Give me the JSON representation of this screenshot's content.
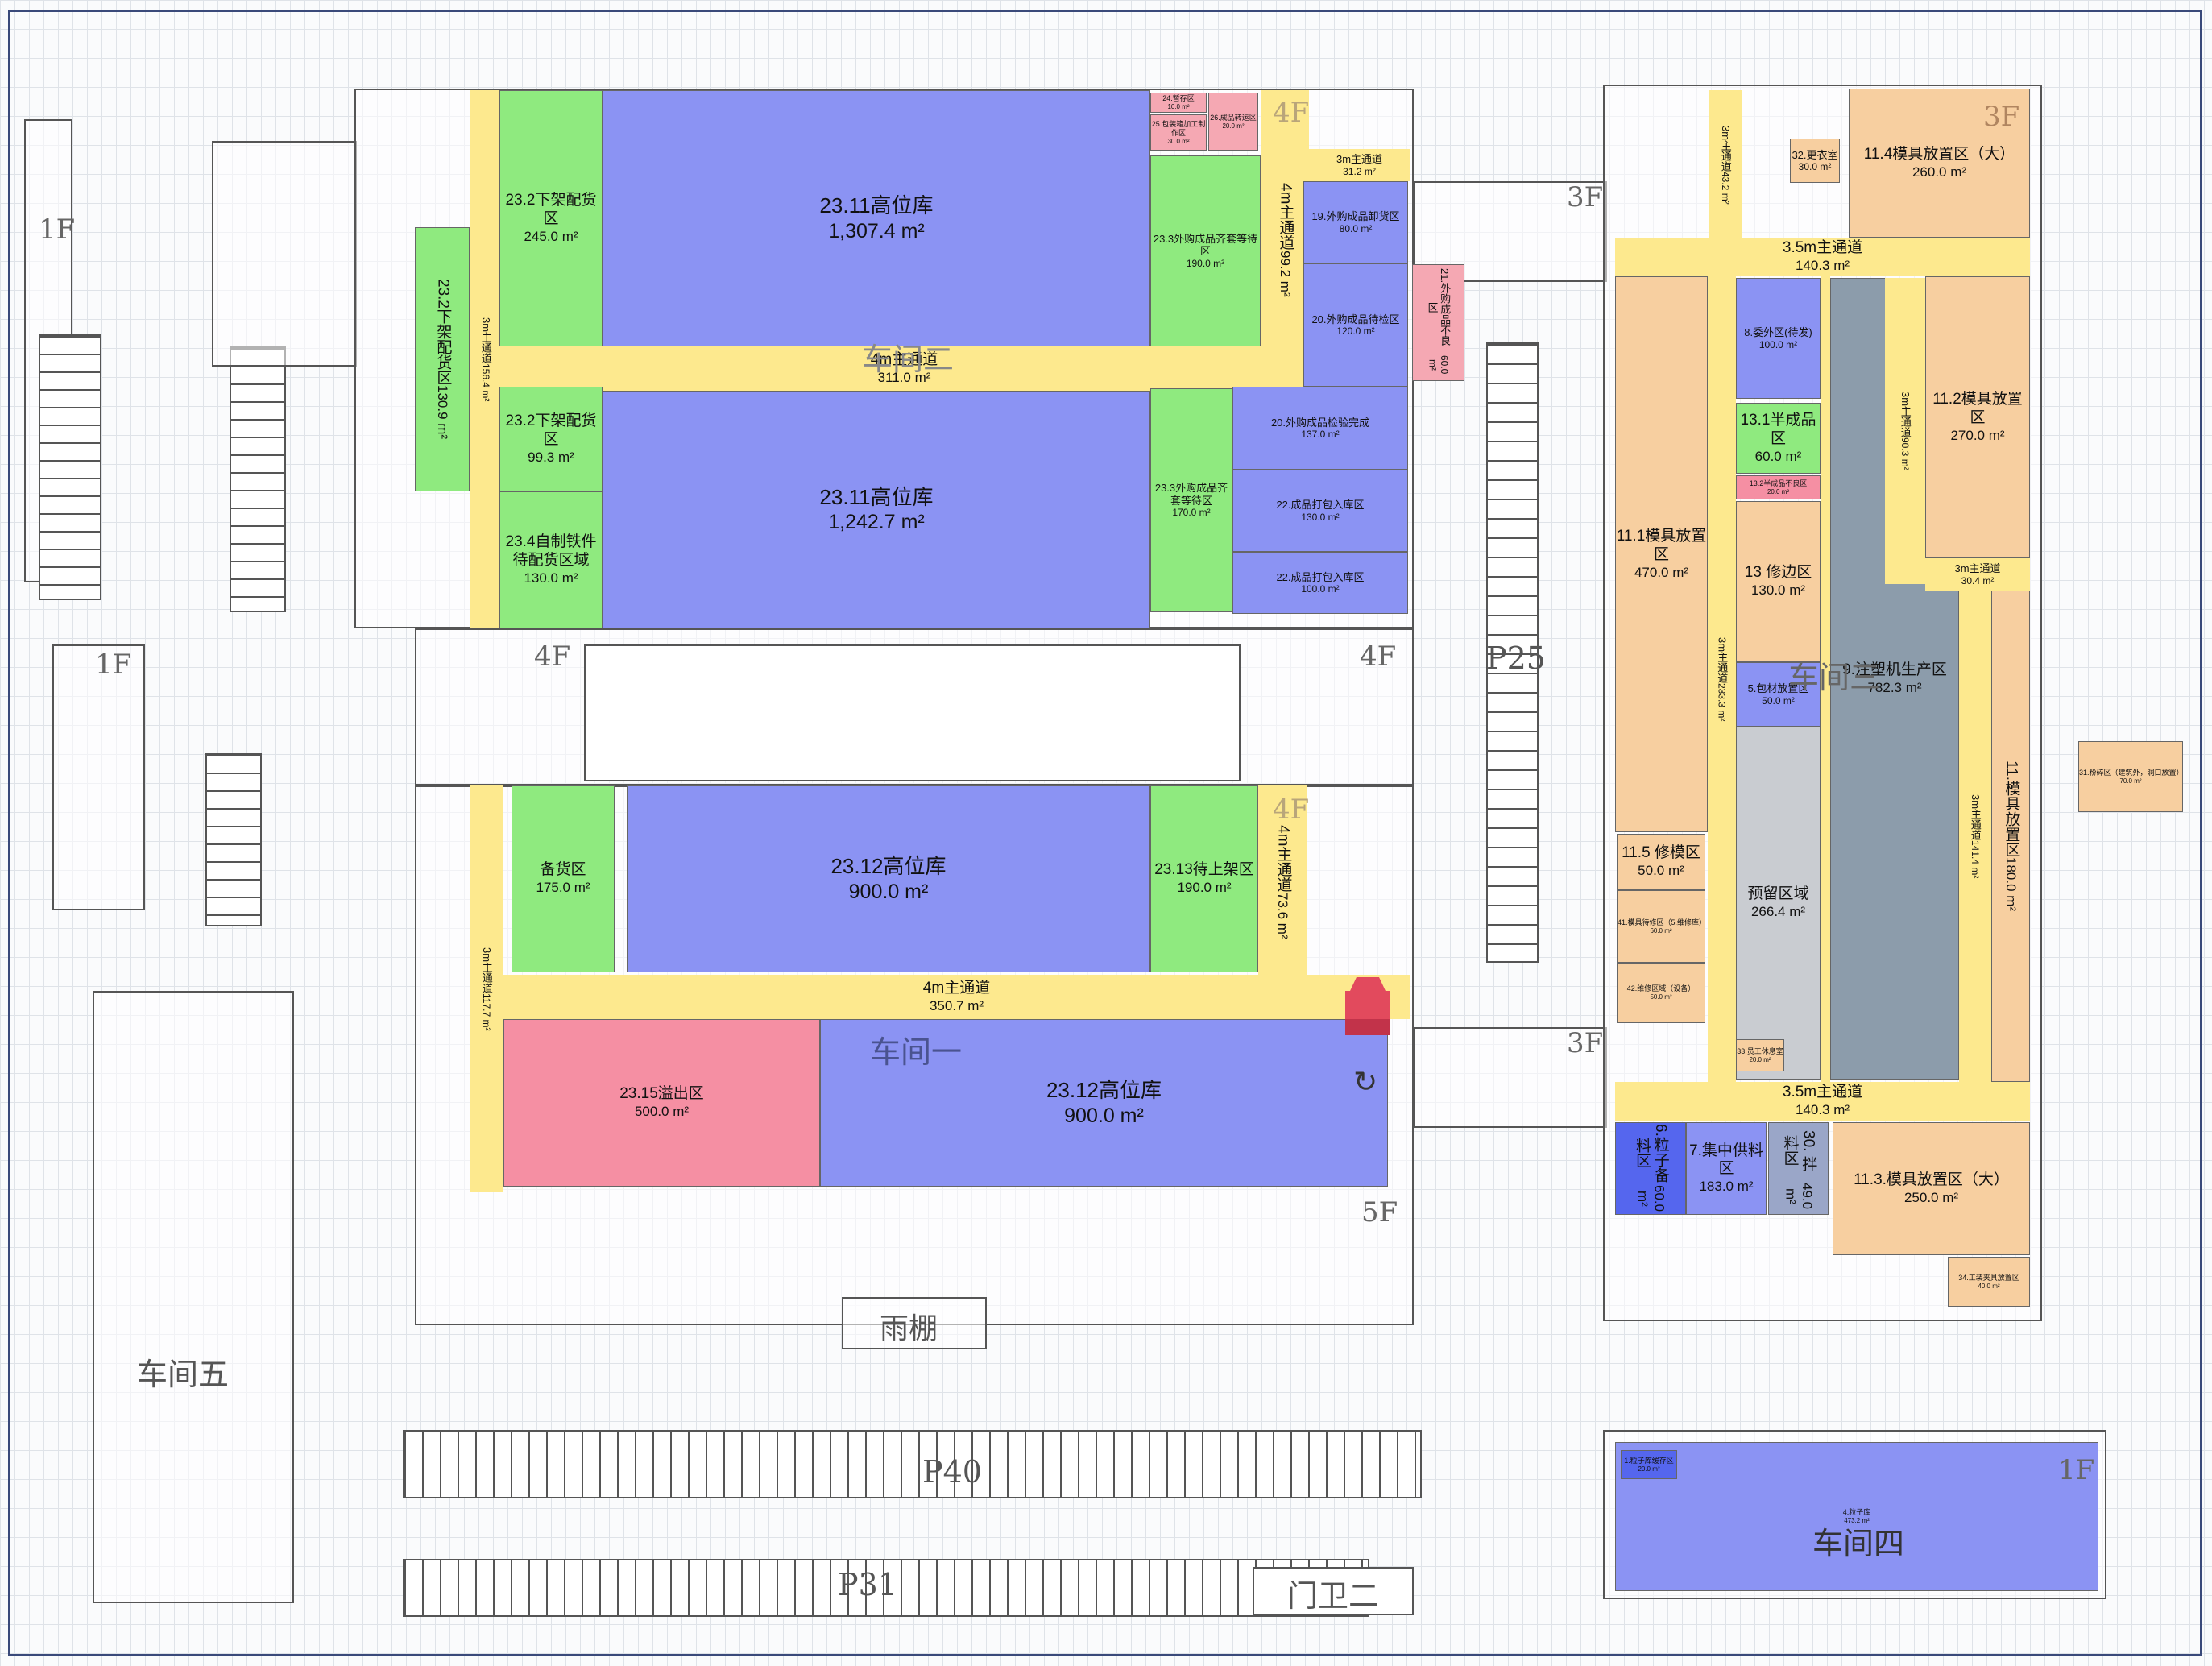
{
  "floors": {
    "f1a": "1F",
    "f1b": "1F",
    "f1c": "1F",
    "f3a": "3F",
    "f3b": "3F",
    "f3c": "3F",
    "f4a": "4F",
    "f4b": "4F",
    "f4c": "4F",
    "f4d": "4F",
    "f5": "5F"
  },
  "labels": {
    "workshop2": "车间二",
    "workshop1": "车间一",
    "workshop3": "车间三",
    "workshop4": "车间四",
    "workshop5": "车间五",
    "canopy": "雨棚",
    "gate2": "门卫二",
    "p40": "P40",
    "p31": "P31",
    "p25": "P25"
  },
  "zones": {
    "z23_11a": {
      "name": "23.11高位库",
      "area": "1,307.4 m²"
    },
    "z23_11b": {
      "name": "23.11高位库",
      "area": "1,242.7 m²"
    },
    "z23_2a": {
      "name": "23.2下架配货区",
      "area": "245.0 m²"
    },
    "z23_2b": {
      "name": "23.2下架配货区",
      "area": "99.3 m²"
    },
    "z23_2c": {
      "name": "23.2下架配货区",
      "area": "130.9 m²"
    },
    "z23_4": {
      "name": "23.4自制铁件待配货区域",
      "area": "130.0 m²"
    },
    "ch3a": {
      "name": "3m主通道",
      "area": "156.4 m²"
    },
    "ch4a": {
      "name": "4m主通道",
      "area": "311.0 m²"
    },
    "ch4b": {
      "name": "4m主通道",
      "area": "99.2 m²"
    },
    "ch3b": {
      "name": "3m主通道",
      "area": "31.2 m²"
    },
    "z23_3a": {
      "name": "23.3外购成品齐套等待区",
      "area": "190.0 m²"
    },
    "z23_3b": {
      "name": "23.3外购成品齐套等待区",
      "area": "170.0 m²"
    },
    "z19": {
      "name": "19.外购成品卸货区",
      "area": "80.0 m²"
    },
    "z20a": {
      "name": "20.外购成品待检区",
      "area": "120.0 m²"
    },
    "z20b": {
      "name": "20.外购成品检验完成",
      "area": "137.0 m²"
    },
    "z22a": {
      "name": "22.成品打包入库区",
      "area": "130.0 m²"
    },
    "z22b": {
      "name": "22.成品打包入库区",
      "area": "100.0 m²"
    },
    "z21": {
      "name": "21.外购成品不良区",
      "area": "60.0 m²"
    },
    "zs1": {
      "name": "24.暂存区",
      "area": "10.0 m²"
    },
    "zs2": {
      "name": "25.包装箱加工制作区",
      "area": "30.0 m²"
    },
    "zs3": {
      "name": "26.成品转运区",
      "area": "20.0 m²"
    },
    "zbh": {
      "name": "备货区",
      "area": "175.0 m²"
    },
    "z23_12a": {
      "name": "23.12高位库",
      "area": "900.0 m²"
    },
    "z23_12b": {
      "name": "23.12高位库",
      "area": "900.0 m²"
    },
    "z23_13": {
      "name": "23.13待上架区",
      "area": "190.0 m²"
    },
    "ch4c": {
      "name": "4m主通道",
      "area": "73.6 m²"
    },
    "ch4d": {
      "name": "4m主通道",
      "area": "350.7 m²"
    },
    "ch3c": {
      "name": "3m主通道",
      "area": "117.7 m²"
    },
    "z23_15": {
      "name": "23.15溢出区",
      "area": "500.0 m²"
    },
    "ch3d": {
      "name": "3m主通道",
      "area": "43.2 m²"
    },
    "z32": {
      "name": "32.更衣室",
      "area": "30.0 m²"
    },
    "z11_4": {
      "name": "11.4模具放置区（大）",
      "area": "260.0 m²"
    },
    "ch35a": {
      "name": "3.5m主通道",
      "area": "140.3 m²"
    },
    "z8": {
      "name": "8.委外区(待发)",
      "area": "100.0 m²"
    },
    "z13_1": {
      "name": "13.1半成品区",
      "area": "60.0 m²"
    },
    "z13_2": {
      "name": "13.2半成品不良区",
      "area": "20.0 m²"
    },
    "z13": {
      "name": "13 修边区",
      "area": "130.0 m²"
    },
    "z11_1": {
      "name": "11.1模具放置区",
      "area": "470.0 m²"
    },
    "z11_2": {
      "name": "11.2模具放置区",
      "area": "270.0 m²"
    },
    "ch3e": {
      "name": "3m主通道",
      "area": "90.3 m²"
    },
    "ch3f": {
      "name": "3m主通道",
      "area": "30.4 m²"
    },
    "ch3g": {
      "name": "3m主通道",
      "area": "233.3 m²"
    },
    "z5": {
      "name": "5.包材放置区",
      "area": "50.0 m²"
    },
    "z9": {
      "name": "9.注塑机生产区",
      "area": "782.3 m²"
    },
    "ch3h": {
      "name": "3m主通道",
      "area": "141.4 m²"
    },
    "z11m": {
      "name": "11.模具放置区",
      "area": "180.0 m²"
    },
    "z31": {
      "name": "31.粉碎区（建筑外，洞口放置）",
      "area": "70.0 m²"
    },
    "z11_5": {
      "name": "11.5 修模区",
      "area": "50.0 m²"
    },
    "zyl": {
      "name": "预留区域",
      "area": "266.4 m²"
    },
    "z41": {
      "name": "41.模具待修区（5.维修库）",
      "area": "60.0 m²"
    },
    "z42": {
      "name": "42.维修区域（设备）",
      "area": "50.0 m²"
    },
    "z33": {
      "name": "33.员工休息室",
      "area": "20.0 m²"
    },
    "ch35b": {
      "name": "3.5m主通道",
      "area": "140.3 m²"
    },
    "z6": {
      "name": "6.粒子备料区",
      "area": "60.0 m²"
    },
    "z7": {
      "name": "7.集中供料区",
      "area": "183.0 m²"
    },
    "z30": {
      "name": "30. 拌料区",
      "area": "49.0 m²"
    },
    "z11_3": {
      "name": "11.3.模具放置区（大）",
      "area": "250.0 m²"
    },
    "z34": {
      "name": "34.工装夹具放置区",
      "area": "40.0 m²"
    },
    "z4": {
      "name": "4.粒子库",
      "area": "473.2 m²"
    },
    "z1": {
      "name": "1.粒子库缓存区",
      "area": "20.0 m²"
    }
  },
  "colors": {
    "storage": "#8b93f3",
    "staging": "#8fea7f",
    "aisle": "#fde98e",
    "mold": "#f7cfa0",
    "overflow": "#f58fa3",
    "production": "#8c9cab"
  }
}
